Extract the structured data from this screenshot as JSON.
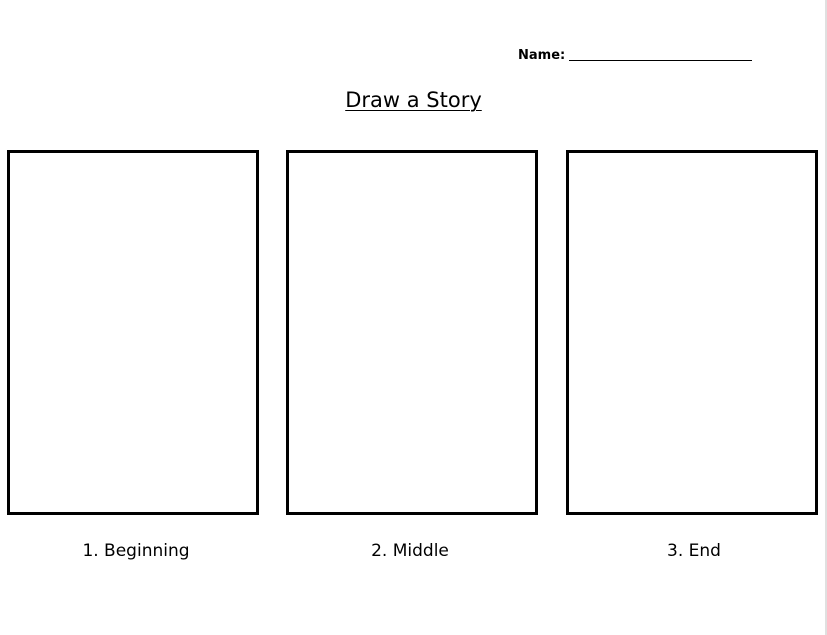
{
  "worksheet": {
    "name_label": "Name:",
    "title": "Draw a Story",
    "panels": [
      {
        "caption": "1. Beginning"
      },
      {
        "caption": "2. Middle"
      },
      {
        "caption": "3. End"
      }
    ]
  }
}
